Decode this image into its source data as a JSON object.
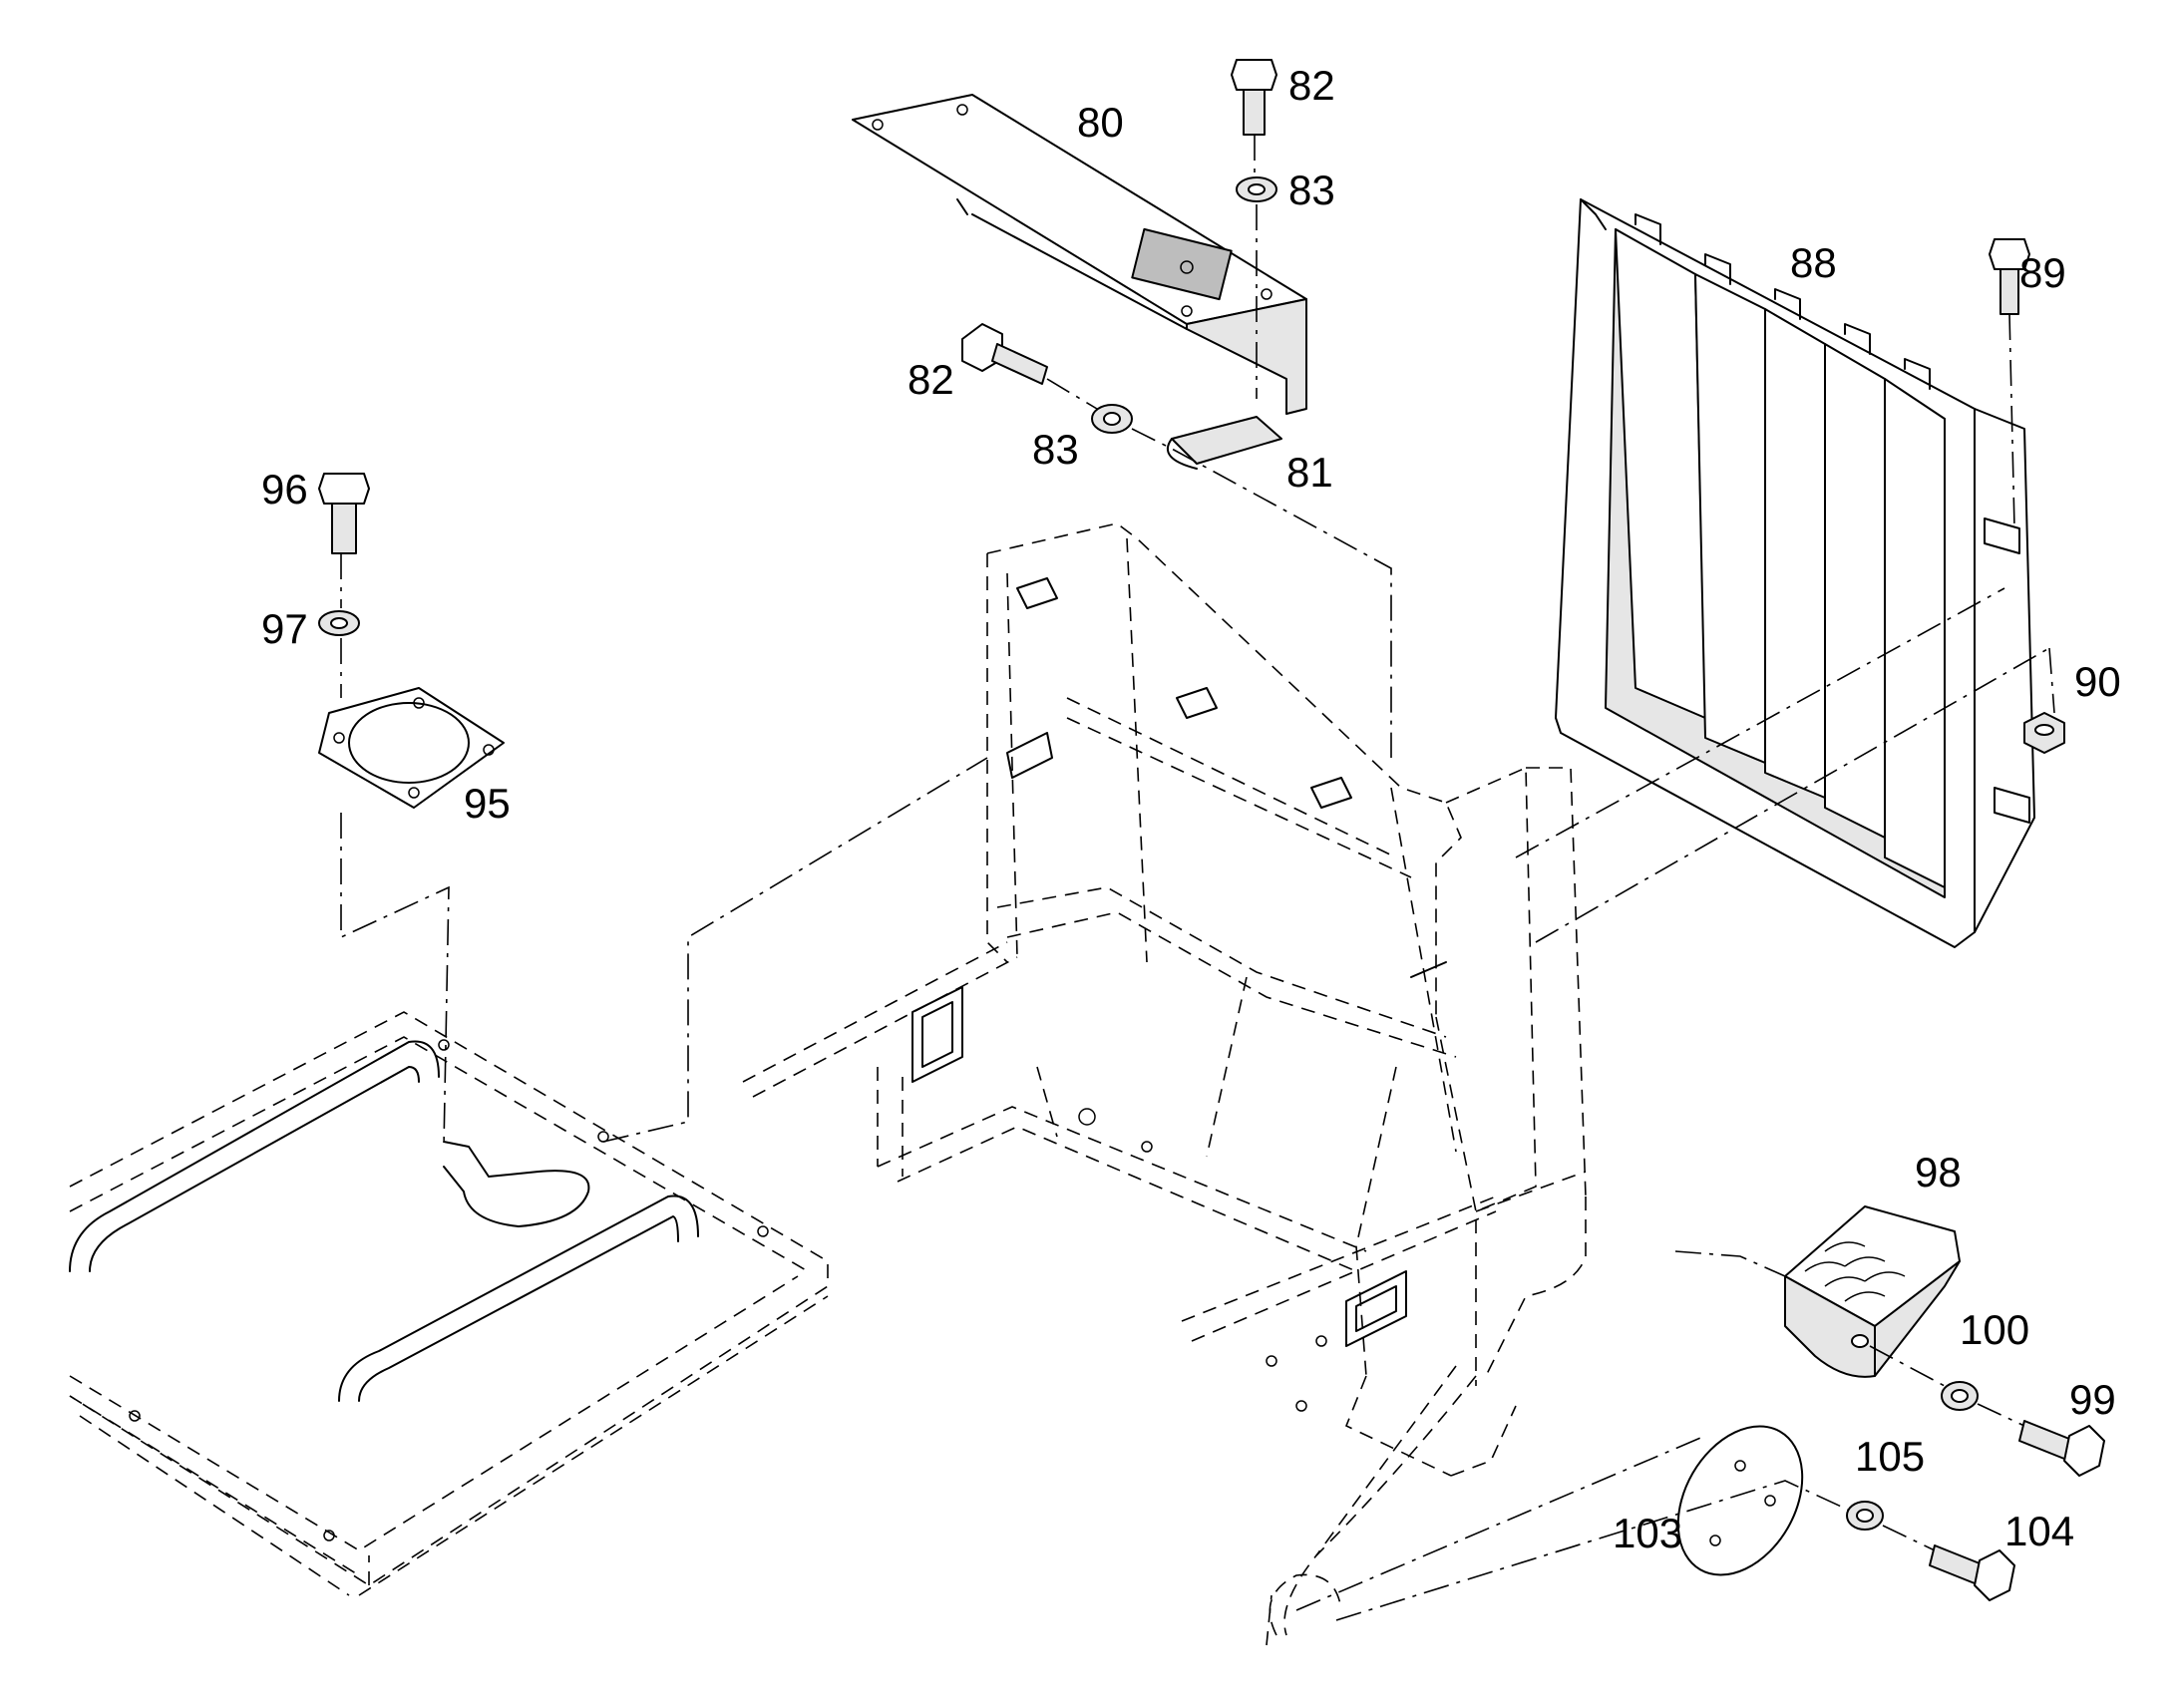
{
  "callouts": [
    {
      "id": "c80",
      "text": "80"
    },
    {
      "id": "c81",
      "text": "81"
    },
    {
      "id": "c82a",
      "text": "82"
    },
    {
      "id": "c82b",
      "text": "82"
    },
    {
      "id": "c83a",
      "text": "83"
    },
    {
      "id": "c83b",
      "text": "83"
    },
    {
      "id": "c88",
      "text": "88"
    },
    {
      "id": "c89",
      "text": "89"
    },
    {
      "id": "c90",
      "text": "90"
    },
    {
      "id": "c95",
      "text": "95"
    },
    {
      "id": "c96",
      "text": "96"
    },
    {
      "id": "c97",
      "text": "97"
    },
    {
      "id": "c98",
      "text": "98"
    },
    {
      "id": "c99",
      "text": "99"
    },
    {
      "id": "c100",
      "text": "100"
    },
    {
      "id": "c103",
      "text": "103"
    },
    {
      "id": "c104",
      "text": "104"
    },
    {
      "id": "c105",
      "text": "105"
    }
  ]
}
